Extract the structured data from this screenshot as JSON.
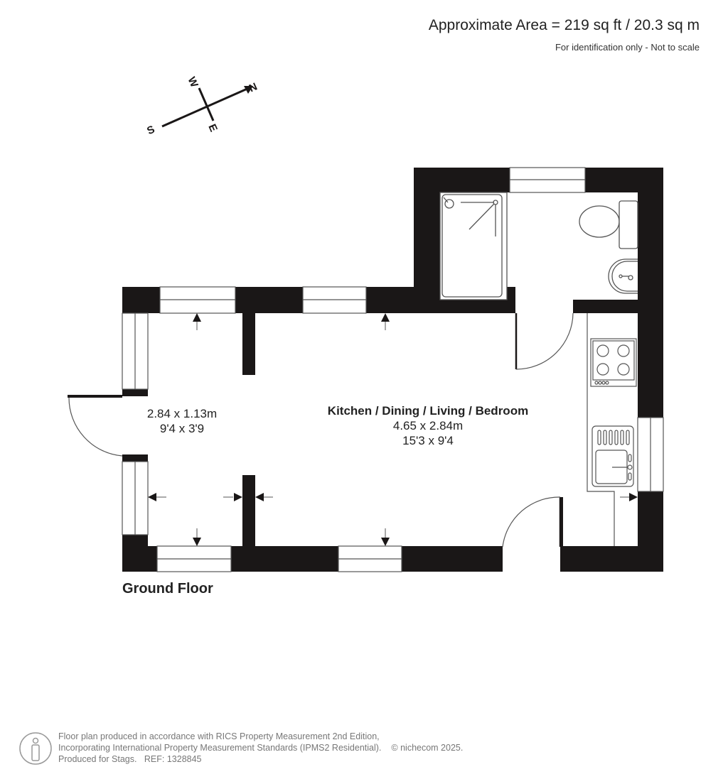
{
  "header": {
    "area_title": "Approximate Area = 219 sq ft / 20.3 sq m",
    "disclaimer": "For identification only - Not to scale"
  },
  "compass": {
    "labels": {
      "north": "N",
      "south": "S",
      "east": "E",
      "west": "W"
    },
    "icon": "compass-rose-icon"
  },
  "rooms": [
    {
      "name": "",
      "dimensions_metric": "2.84 x 1.13m",
      "dimensions_imperial": "9'4 x 3'9"
    },
    {
      "name": "Kitchen / Dining / Living / Bedroom",
      "dimensions_metric": "4.65 x 2.84m",
      "dimensions_imperial": "15'3 x 9'4"
    }
  ],
  "fixtures": [
    "shower-tray",
    "toilet",
    "wash-basin",
    "hob",
    "kitchen-sink"
  ],
  "floor_label": "Ground Floor",
  "footer": {
    "line1": "Floor plan produced in accordance with RICS Property Measurement 2nd Edition,",
    "line2": "Incorporating International Property Measurement Standards (IPMS2 Residential).",
    "copyright": "© nichecom 2025.",
    "line3": "Produced for Stags.   REF: 1328845",
    "icon": "person-icon"
  },
  "colors": {
    "wall": "#1a1717",
    "line": "#555555",
    "text": "#222222",
    "footer_text": "#777777"
  }
}
